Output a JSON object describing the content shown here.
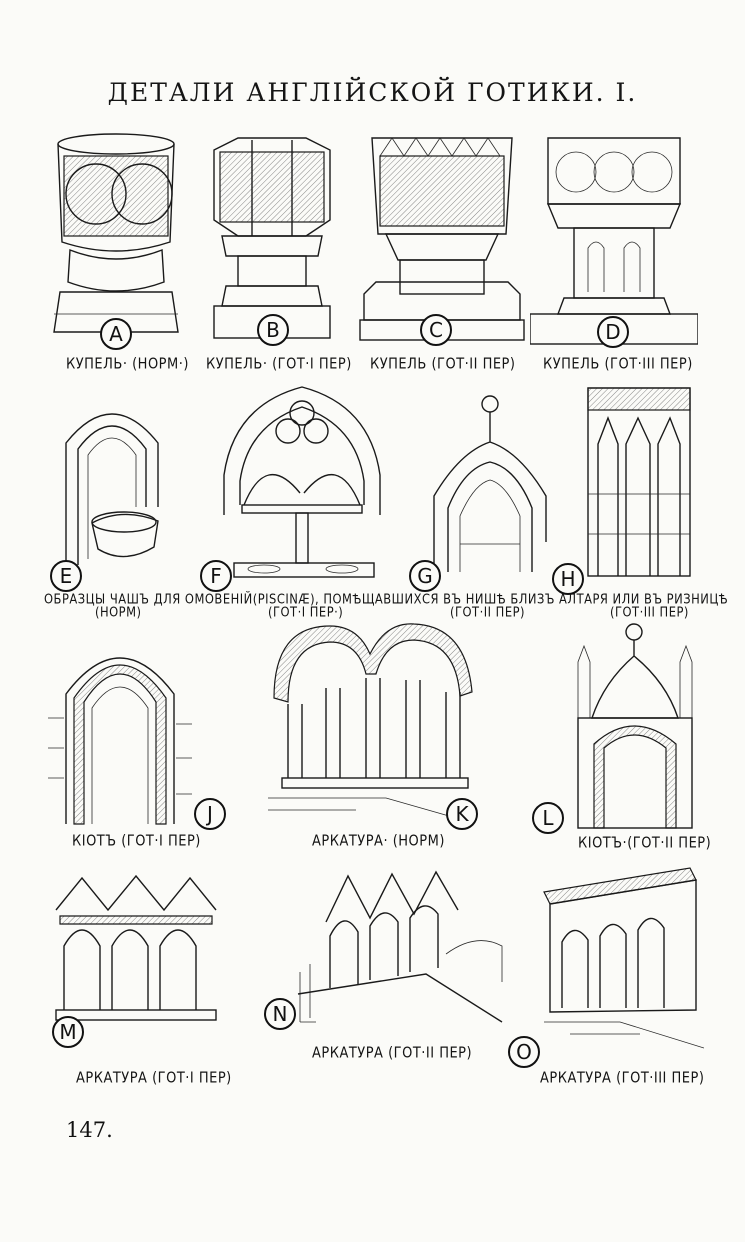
{
  "page": {
    "title": "ДЕТАЛИ АНГЛІЙСКОЙ ГОТИКИ. I.",
    "page_number": "147."
  },
  "figures": [
    {
      "letter": "A",
      "caption": "КУПЕЛЬ· (НОРМ·)"
    },
    {
      "letter": "B",
      "caption": "КУПЕЛЬ· (ГОТ·I ПЕР)"
    },
    {
      "letter": "C",
      "caption": "КУПЕЛЬ (ГОТ·II ПЕР)"
    },
    {
      "letter": "D",
      "caption": "КУПЕЛЬ (ГОТ·III ПЕР)"
    },
    {
      "letter": "E",
      "caption": ""
    },
    {
      "letter": "F",
      "caption": ""
    },
    {
      "letter": "G",
      "caption": ""
    },
    {
      "letter": "H",
      "caption": ""
    },
    {
      "letter": "J",
      "caption": "КІОТЪ (ГОТ·I ПЕР)"
    },
    {
      "letter": "K",
      "caption": "АРКАТУРА· (НОРМ)"
    },
    {
      "letter": "L",
      "caption": "КІОТЪ·(ГОТ·II ПЕР)"
    },
    {
      "letter": "M",
      "caption": "АРКАТУРА (ГОТ·I ПЕР)"
    },
    {
      "letter": "N",
      "caption": "АРКАТУРА (ГОТ·II ПЕР)"
    },
    {
      "letter": "O",
      "caption": "АРКАТУРА (ГОТ·III ПЕР)"
    }
  ],
  "row2_caption": {
    "line1": "ОБРАЗЦЫ ЧАШЪ ДЛЯ ОМОВЕНІЙ(PISCINÆ), ПОМѢЩАВШИХСЯ ВЪ НИШѢ БЛИЗЪ АЛТАРЯ ИЛИ ВЪ РИЗНИЦѢ",
    "sub_e": "(НОРМ)",
    "sub_f": "(ГОТ·I ПЕР·)",
    "sub_g": "(ГОТ·II ПЕР)",
    "sub_h": "(ГОТ·III ПЕР)"
  }
}
